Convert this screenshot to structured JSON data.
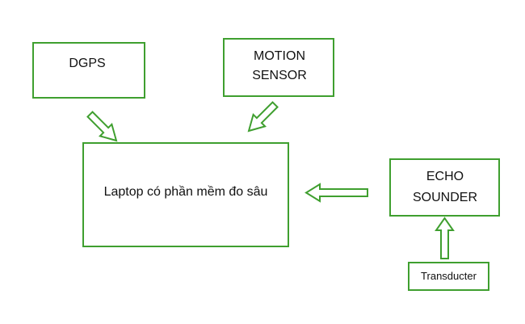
{
  "diagram": {
    "nodes": {
      "dgps": {
        "label": "DGPS"
      },
      "motion_sensor": {
        "label": "MOTION\nSENSOR"
      },
      "laptop": {
        "label": "Laptop có phần mềm đo sâu"
      },
      "echo_sounder": {
        "label": "ECHO\nSOUNDER"
      },
      "transducter": {
        "label": "Transducter"
      }
    },
    "edges": [
      {
        "from": "DGPS",
        "to": "Laptop có phần mềm đo sâu"
      },
      {
        "from": "MOTION SENSOR",
        "to": "Laptop có phần mềm đo sâu"
      },
      {
        "from": "ECHO SOUNDER",
        "to": "Laptop có phần mềm đo sâu"
      },
      {
        "from": "Transducter",
        "to": "ECHO SOUNDER"
      }
    ]
  },
  "colors": {
    "outline": "#3f9f2f",
    "background": "#ffffff",
    "text": "#111111"
  }
}
